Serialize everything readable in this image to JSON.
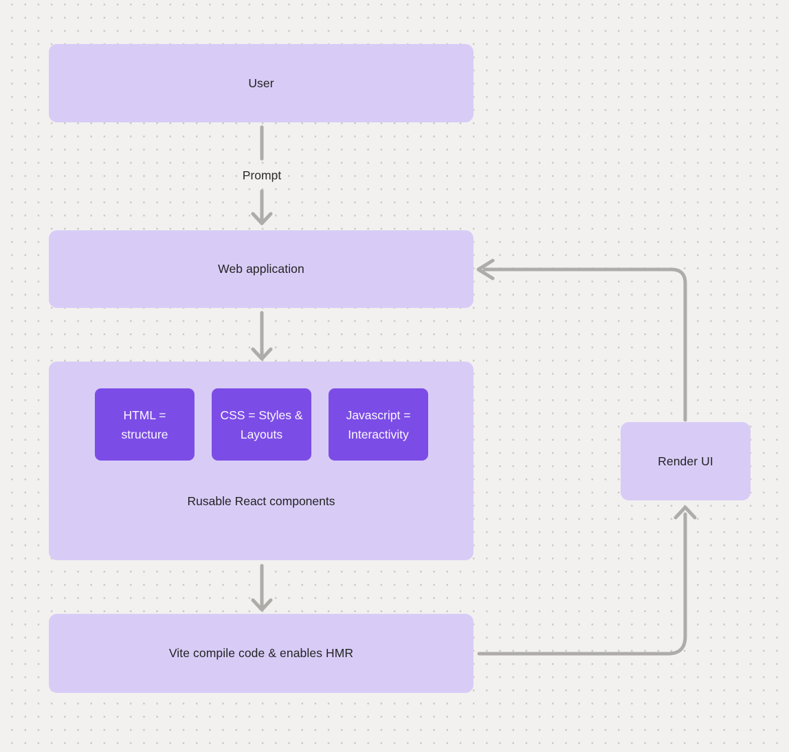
{
  "palette": {
    "background": "#f2f1ef",
    "dot_grid": "#c9c5c2",
    "node_fill": "#d8ccf7",
    "chip_fill": "#7c4ce6",
    "chip_text": "#faf8ff",
    "node_text": "#232323",
    "arrow": "#aeaba9"
  },
  "nodes": {
    "user": {
      "label": "User"
    },
    "web_application": {
      "label": "Web application"
    },
    "components_group": {
      "caption": "Rusable React components",
      "chips": [
        {
          "label": "HTML = structure"
        },
        {
          "label": "CSS = Styles & Layouts"
        },
        {
          "label": "Javascript = Interactivity"
        }
      ]
    },
    "vite": {
      "label": "Vite compile code & enables HMR"
    },
    "render_ui": {
      "label": "Render UI"
    }
  },
  "edges": {
    "prompt_label": "Prompt",
    "flow": [
      "user -> web_application (label: Prompt)",
      "web_application -> components_group",
      "components_group -> vite",
      "vite -> render_ui",
      "render_ui -> web_application"
    ]
  }
}
